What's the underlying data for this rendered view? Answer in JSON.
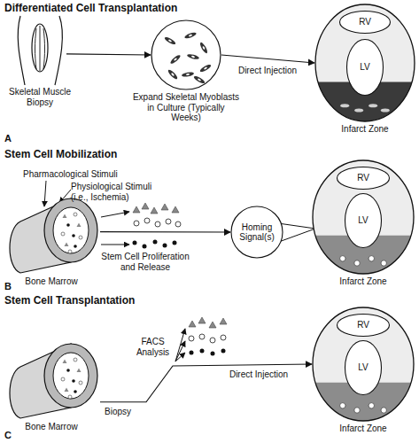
{
  "diagram": {
    "nodes": [
      {
        "text": [
          "Skeletal Muscle Biopsy"
        ]
      },
      {
        "text": [
          "Expand Skeletal Myoblasts in Culture (Typically Weeks)"
        ]
      },
      {
        "text": [
          "Infarct Zone"
        ]
      },
      {
        "text": [
          "RV"
        ],
        "in": 2
      },
      {
        "text": [
          "LV"
        ],
        "in": 2
      },
      {
        "text": [
          "Bone Marrow"
        ]
      },
      {
        "text": [
          "Homing Signal(s)"
        ]
      },
      {
        "text": [
          "Infarct Zone"
        ]
      },
      {
        "text": [
          "RV"
        ],
        "in": 7
      },
      {
        "text": [
          "LV"
        ],
        "in": 7
      },
      {
        "text": [
          "Bone Marrow"
        ]
      },
      {
        "text": [
          "Infarct Zone"
        ]
      },
      {
        "text": [
          "RV"
        ],
        "in": 11
      },
      {
        "text": [
          "LV"
        ],
        "in": 11
      }
    ],
    "edges": [
      {
        "from": 0,
        "to": 1,
        "arrow": "to"
      },
      {
        "from": 1,
        "to": 2,
        "label": "Direct Injection",
        "arrow": "to"
      },
      {
        "from": 5,
        "to": 6,
        "arrow": "to"
      },
      {
        "from": 10,
        "to": 11,
        "label": "Direct Injection",
        "arrow": "to"
      }
    ],
    "labels": [
      "Differentiated Cell Transplantation",
      "A",
      "Stem Cell Mobilization",
      "Pharmacological Stimuli",
      "Physiological Stimuli (i.e., Ischemia)",
      "Stem Cell Proliferation and Release",
      "B",
      "Stem Cell Transplantation",
      "FACS Analysis",
      "Biopsy",
      "C"
    ]
  }
}
